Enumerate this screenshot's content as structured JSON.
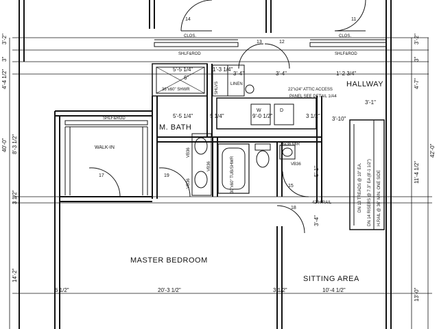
{
  "rooms": {
    "master_bedroom": "MASTER BEDROOM",
    "sitting_area": "SITTING AREA",
    "m_bath": "M. BATH",
    "walk_in": "WALK-IN",
    "hallway": "HALLWAY",
    "linen": "LINEN"
  },
  "fixtures": {
    "clos_left": "CLOS.",
    "clos_right": "CLOS.",
    "shlf_rod_left": "SHLF&ROD",
    "shlf_rod_right": "SHLF&ROD",
    "shlf_rod_walkin": "SHLF&ROD",
    "shower": "36\"x60\" SHWR",
    "shlvs": "SHLVS",
    "attic_access": "22\"x24\" ATTIC ACCESS",
    "panel_detail": "PANEL SEE DETAIL 1/A4",
    "washer": "W",
    "dryer": "D",
    "tub_shwr": "30\"x60\" TUB/SHWR",
    "mirror": "36x36 MIR",
    "vb36_a": "VB36",
    "vb36_b": "VB36",
    "vb36_c": "VB36",
    "vb36_d": "VB36",
    "rail": "42\"H RAIL",
    "stair_note_1": "DN 13 TREADS @ 10\" EA.",
    "stair_note_2": "DN 14 RISERS @ 7.3\" EA (8'-1 1/2\")",
    "stair_note_3": "H.RAIL @ 36\" MIN. ONE SIDE"
  },
  "doors": [
    "14",
    "13",
    "12",
    "11",
    "17",
    "19",
    "15",
    "18"
  ],
  "dimensions": {
    "left_1": "3'-2\"",
    "left_2": "3\"",
    "left_3": "4'-4 1/2\"",
    "left_4": "40'-0\"",
    "left_5": "8'-3 1/2\"",
    "left_6": "3 1/2\"",
    "left_7": "14'-2\"",
    "top_1": "1'-3 1/4\"",
    "top_2": "3'-4\"",
    "top_3": "3'-4\"",
    "top_4": "1'-2 3/4\"",
    "top_5": "5'-5 1/4\"",
    "top_6": "5 1/4\"",
    "top_7": "9'-0 1/2\"",
    "top_8": "3 1/2\"",
    "top_9": "3'-10\"",
    "top_10": "3'-1\"",
    "top_11": "5'-1\"",
    "top_12": "3'-4\"",
    "right_1": "3'-2\"",
    "right_2": "3\"",
    "right_3": "4'-7\"",
    "right_4": "42'-0\"",
    "right_5": "11'-4 1/2\"",
    "right_6": "13'-0\"",
    "bottom_1": "6 1/2\"",
    "bottom_2": "20'-3 1/2\"",
    "bottom_3": "3 1/2\"",
    "bottom_4": "10'-4 1/2\"",
    "bath_1": "6\"",
    "bath_2": "5'-5 1/4\""
  }
}
